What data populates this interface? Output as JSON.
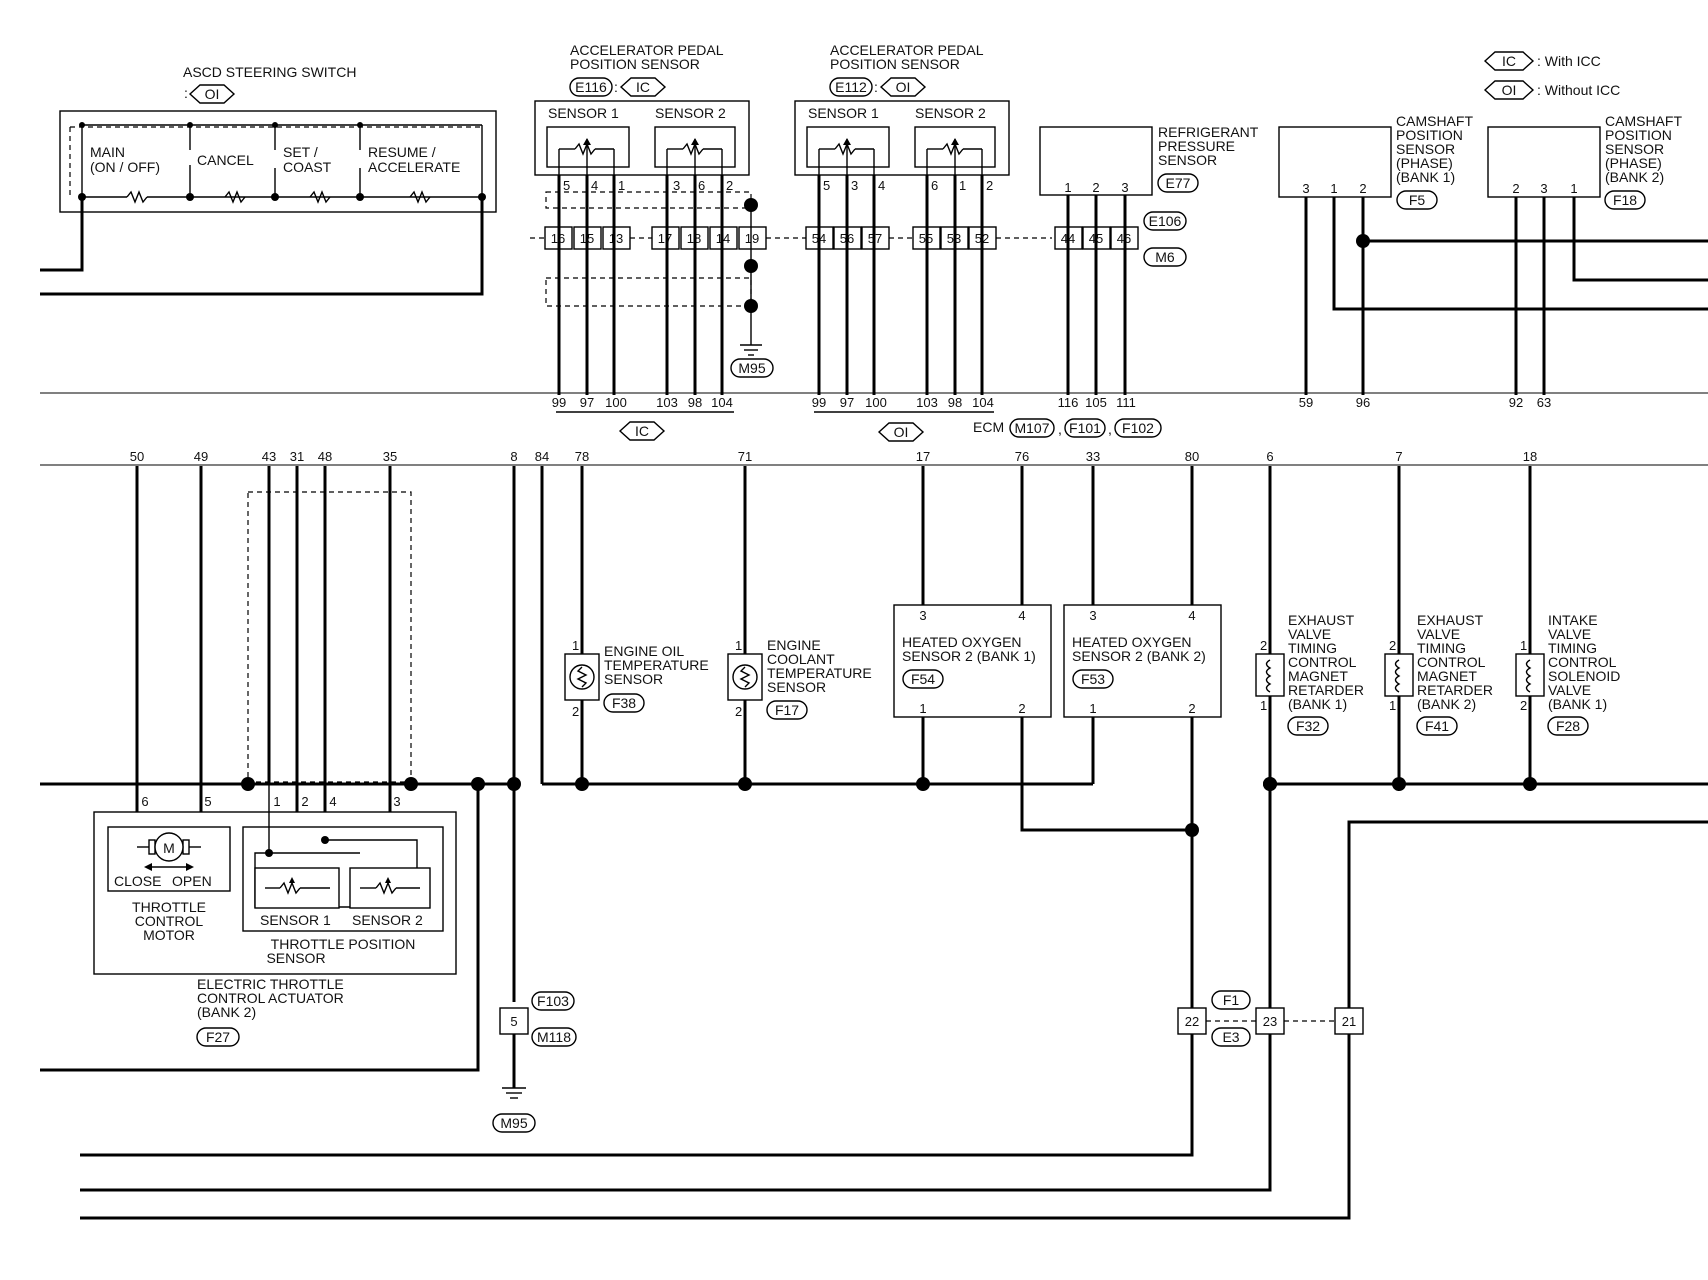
{
  "diagram": {
    "legend": {
      "ic": "IC",
      "ic_text": ": With ICC",
      "oi": "OI",
      "oi_text": ": Without ICC"
    },
    "ascd": {
      "title": "ASCD STEERING SWITCH",
      "variant": "OI",
      "variant_prefix": ":",
      "main1": "MAIN",
      "main2": "(ON / OFF)",
      "cancel": "CANCEL",
      "set1": "SET /",
      "set2": "COAST",
      "resume1": "RESUME /",
      "resume2": "ACCELERATE"
    },
    "app_ic": {
      "title1": "ACCELERATOR PEDAL",
      "title2": "POSITION SENSOR",
      "conn": "E116",
      "sep": ":",
      "variant": "IC",
      "s1": "SENSOR 1",
      "s2": "SENSOR 2",
      "s1_pins": [
        "5",
        "4",
        "1"
      ],
      "s2_pins": [
        "3",
        "6",
        "2"
      ],
      "jpins_a": [
        "16",
        "15",
        "13"
      ],
      "jpins_b": [
        "17",
        "18",
        "14",
        "19"
      ],
      "ground": "M95",
      "ecm_pins": [
        "99",
        "97",
        "100",
        "103",
        "98",
        "104"
      ],
      "ecm_variant": "IC"
    },
    "app_oi": {
      "title1": "ACCELERATOR PEDAL",
      "title2": "POSITION SENSOR",
      "conn": "E112",
      "sep": ":",
      "variant": "OI",
      "s1": "SENSOR 1",
      "s2": "SENSOR 2",
      "s1_pins": [
        "5",
        "3",
        "4"
      ],
      "s2_pins": [
        "6",
        "1",
        "2"
      ],
      "jpins_a": [
        "54",
        "56",
        "57"
      ],
      "jpins_b": [
        "55",
        "53",
        "52"
      ],
      "ecm_pins": [
        "99",
        "97",
        "100",
        "103",
        "98",
        "104"
      ],
      "ecm_variant": "OI"
    },
    "refrig": {
      "title1": "REFRIGERANT",
      "title2": "PRESSURE",
      "title3": "SENSOR",
      "conn": "E77",
      "pins": [
        "1",
        "2",
        "3"
      ],
      "jpins": [
        "44",
        "45",
        "46"
      ],
      "jconn1": "E106",
      "jconn2": "M6",
      "ecm_pins": [
        "116",
        "105",
        "111"
      ]
    },
    "ecm": {
      "label": "ECM",
      "c1": "M107",
      "c2": "F101",
      "c3": "F102",
      "comma": ","
    },
    "cam1": {
      "t1": "CAMSHAFT",
      "t2": "POSITION",
      "t3": "SENSOR",
      "t4": "(PHASE)",
      "t5": "(BANK 1)",
      "conn": "F5",
      "pins": [
        "3",
        "1",
        "2"
      ],
      "ecm_pins": [
        "59",
        "96"
      ]
    },
    "cam2": {
      "t1": "CAMSHAFT",
      "t2": "POSITION",
      "t3": "SENSOR",
      "t4": "(PHASE)",
      "t5": "(BANK 2)",
      "conn": "F18",
      "pins": [
        "2",
        "3",
        "1"
      ],
      "ecm_pins": [
        "92",
        "63"
      ]
    },
    "lower_pins": [
      "50",
      "49",
      "43",
      "31",
      "48",
      "35",
      "8",
      "84",
      "78",
      "71",
      "17",
      "76",
      "33",
      "80",
      "6",
      "7",
      "18"
    ],
    "throttle": {
      "motor1": "THROTTLE",
      "motor2": "CONTROL",
      "motor3": "MOTOR",
      "close": "CLOSE",
      "open": "OPEN",
      "m": "M",
      "tps1": "THROTTLE POSITION",
      "tps2": "SENSOR",
      "s1": "SENSOR 1",
      "s2": "SENSOR 2",
      "pins": [
        "6",
        "5",
        "1",
        "2",
        "4",
        "3"
      ],
      "act1": "ELECTRIC THROTTLE",
      "act2": "CONTROL ACTUATOR",
      "act3": "(BANK 2)",
      "conn": "F27"
    },
    "gnd_joint": {
      "pin": "5",
      "c1": "F103",
      "c2": "M118",
      "ground": "M95"
    },
    "eot": {
      "t1": "ENGINE OIL",
      "t2": "TEMPERATURE",
      "t3": "SENSOR",
      "conn": "F38",
      "p1": "1",
      "p2": "2"
    },
    "ect": {
      "t1": "ENGINE",
      "t2": "COOLANT",
      "t3": "TEMPERATURE",
      "t4": "SENSOR",
      "conn": "F17",
      "p1": "1",
      "p2": "2"
    },
    "ho2_1": {
      "t1": "HEATED OXYGEN",
      "t2": "SENSOR 2 (BANK 1)",
      "conn": "F54",
      "pins": [
        "3",
        "4",
        "1",
        "2"
      ]
    },
    "ho2_2": {
      "t1": "HEATED OXYGEN",
      "t2": "SENSOR 2 (BANK 2)",
      "conn": "F53",
      "pins": [
        "3",
        "4",
        "1",
        "2"
      ]
    },
    "exh1": {
      "t1": "EXHAUST",
      "t2": "VALVE",
      "t3": "TIMING",
      "t4": "CONTROL",
      "t5": "MAGNET",
      "t6": "RETARDER",
      "t7": "(BANK 1)",
      "conn": "F32",
      "p1": "2",
      "p2": "1"
    },
    "exh2": {
      "t1": "EXHAUST",
      "t2": "VALVE",
      "t3": "TIMING",
      "t4": "CONTROL",
      "t5": "MAGNET",
      "t6": "RETARDER",
      "t7": "(BANK 2)",
      "conn": "F41",
      "p1": "2",
      "p2": "1"
    },
    "intake": {
      "t1": "INTAKE",
      "t2": "VALVE",
      "t3": "TIMING",
      "t4": "CONTROL",
      "t5": "SOLENOID",
      "t6": "VALVE",
      "t7": "(BANK 1)",
      "conn": "F28",
      "p1": "1",
      "p2": "2"
    },
    "joint_conn": {
      "pins": [
        "22",
        "23",
        "21"
      ],
      "c1": "F1",
      "c2": "E3"
    }
  }
}
